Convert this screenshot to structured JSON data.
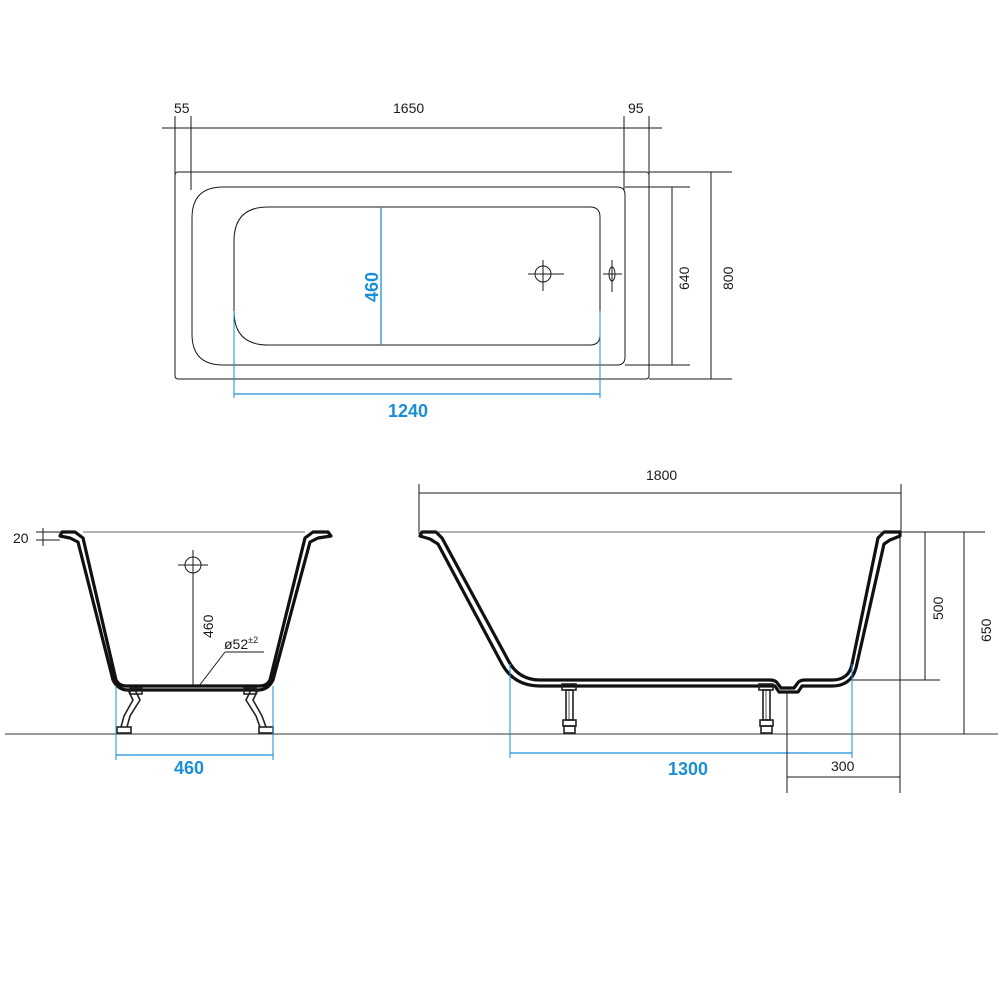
{
  "colors": {
    "line": "#1a1a1a",
    "accent": "#1a8fd6",
    "background": "#ffffff"
  },
  "top_view": {
    "dim_left": "55",
    "dim_length": "1650",
    "dim_right": "95",
    "dim_inner_width": "640",
    "dim_outer_width": "800",
    "dim_bottom_width": "460",
    "dim_bottom_length": "1240"
  },
  "end_view": {
    "dim_rim": "20",
    "dim_depth": "460",
    "drain_label": "ø52",
    "drain_tolerance": "±2",
    "dim_bottom": "460"
  },
  "side_view": {
    "dim_overall_length": "1800",
    "dim_depth": "500",
    "dim_height": "650",
    "dim_bottom_length": "1300",
    "dim_offset": "300"
  }
}
